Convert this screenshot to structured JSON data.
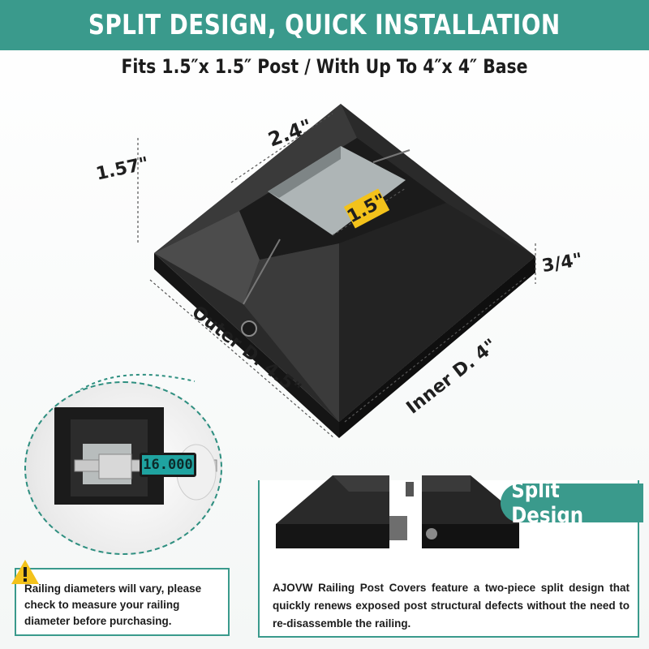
{
  "banner": {
    "title": "SPLIT DESIGN, QUICK INSTALLATION"
  },
  "subtitle": "Fits 1.5″x 1.5″ Post / With Up To 4″x 4″ Base",
  "dimensions": {
    "top_width": "2.4\"",
    "height": "1.57\"",
    "post_opening": "1.5\"",
    "base_height": "3/4\"",
    "outer_diameter": "Outer D. 4.5\"",
    "inner_diameter": "Inner D. 4\""
  },
  "caliper": {
    "readout": "16.000"
  },
  "note": {
    "icon": "warning-icon",
    "text": "Railing diameters will vary, please check to measure your railing diameter before purchasing."
  },
  "split_panel": {
    "label": "Split Design",
    "description": "AJOVW Railing Post Covers feature a two-piece split design that quickly renews exposed post structural defects without the need to re-disassemble the railing."
  },
  "colors": {
    "accent": "#3a9a8c",
    "warning": "#f3c21b",
    "product": "#1e1e1e"
  }
}
